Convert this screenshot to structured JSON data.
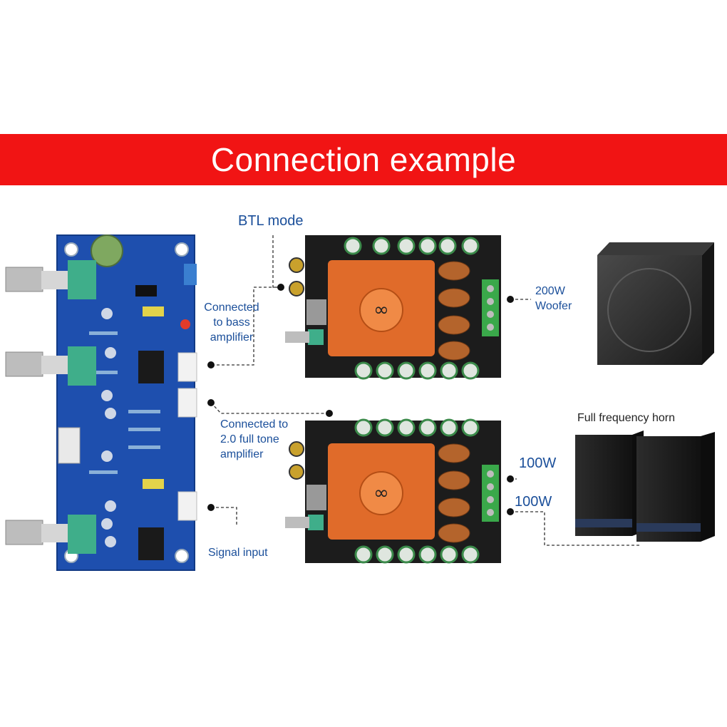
{
  "banner": {
    "title": "Connection example"
  },
  "labels": {
    "btl_mode": "BTL mode",
    "connected_bass": [
      "Connected",
      "to bass",
      "amplifier"
    ],
    "connected_full": [
      "Connected to",
      "2.0 full tone",
      "amplifier"
    ],
    "signal_input": "Signal input",
    "woofer": [
      "200W",
      "Woofer"
    ],
    "full_horn": "Full frequency horn",
    "out_100w_a": "100W",
    "out_100w_b": "100W"
  },
  "colors": {
    "banner": "#f11414",
    "label_text": "#1b4f9a",
    "pcb_blue": "#1e4fae",
    "amp_pcb": "#1c1c1c",
    "heatsink": "#e06b2a",
    "terminal_green": "#3aa84a"
  }
}
